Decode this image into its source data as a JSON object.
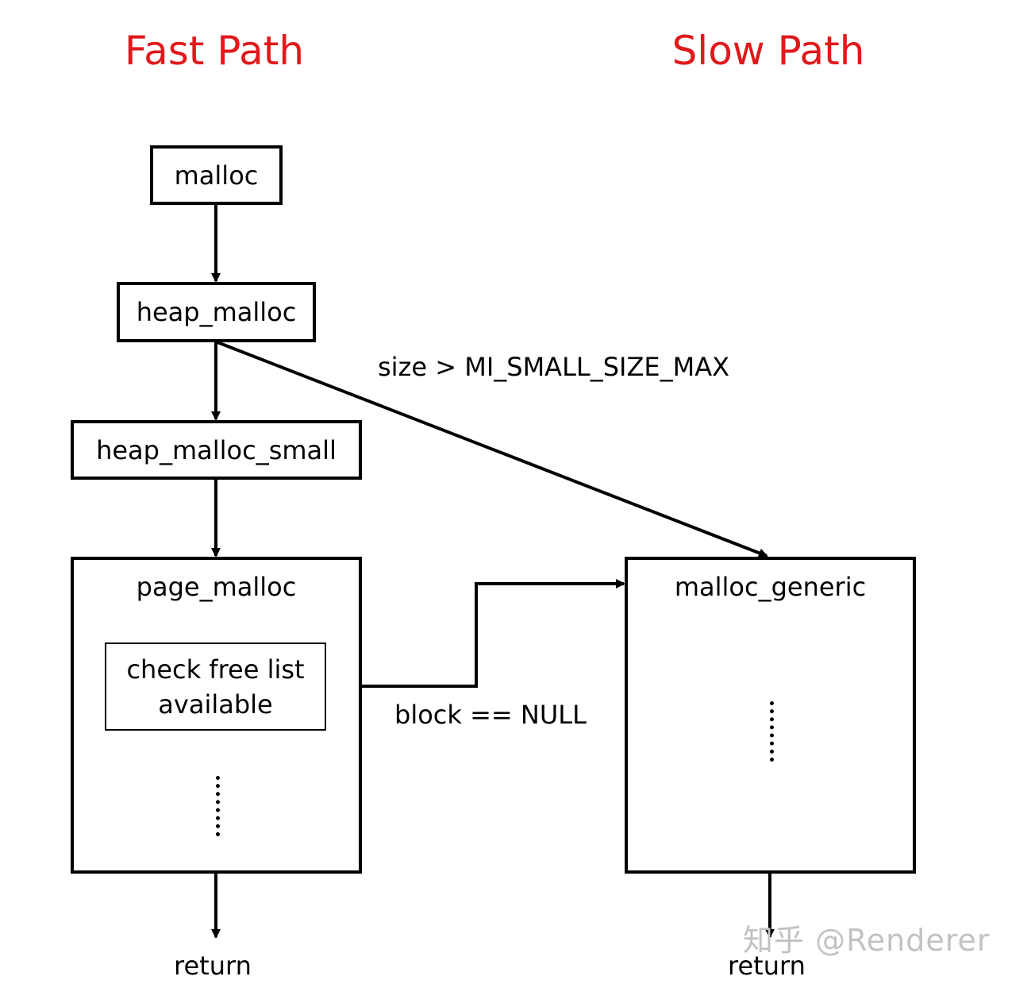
{
  "headings": {
    "fast": "Fast Path",
    "slow": "Slow Path"
  },
  "nodes": {
    "malloc": "malloc",
    "heap_malloc": "heap_malloc",
    "heap_malloc_small": "heap_malloc_small",
    "page_malloc": "page_malloc",
    "check_free_list_line1": "check free list",
    "check_free_list_line2": "available",
    "malloc_generic": "malloc_generic"
  },
  "edge_labels": {
    "size_condition": "size > MI_SMALL_SIZE_MAX",
    "block_null": "block == NULL"
  },
  "returns": {
    "fast": "return",
    "slow": "return"
  },
  "watermark": "知乎 @Renderer",
  "colors": {
    "heading": "#e0191b",
    "line": "#000000",
    "watermark": "#c2c2c2"
  }
}
